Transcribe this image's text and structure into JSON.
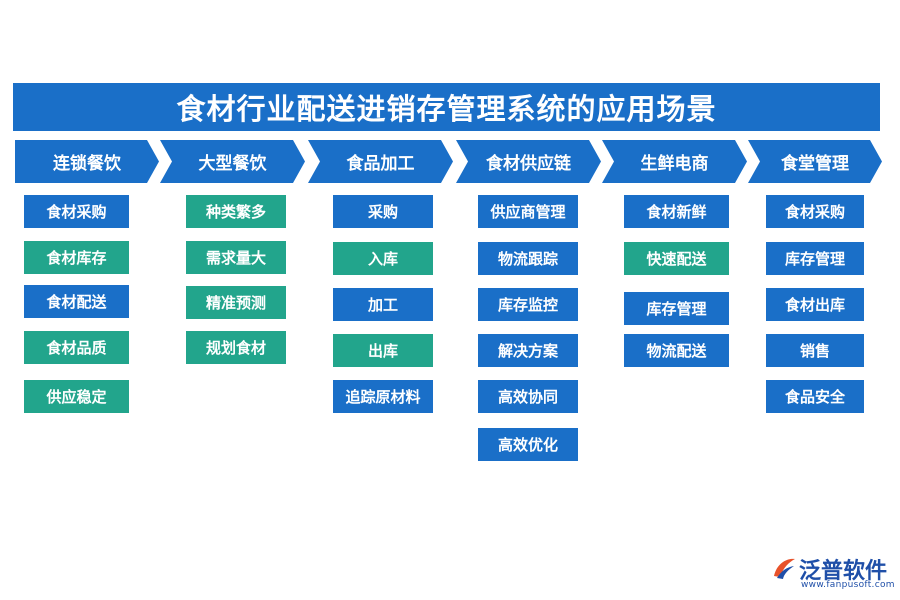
{
  "title": "食材行业配送进销存管理系统的应用场景",
  "colors": {
    "blue": "#1a6fc8",
    "teal": "#22a58c"
  },
  "columns": [
    {
      "header": "连锁餐饮",
      "items": [
        {
          "label": "食材采购",
          "color": "blue"
        },
        {
          "label": "食材库存",
          "color": "teal"
        },
        {
          "label": "食材配送",
          "color": "blue"
        },
        {
          "label": "食材品质",
          "color": "teal"
        },
        {
          "label": "供应稳定",
          "color": "teal"
        }
      ]
    },
    {
      "header": "大型餐饮",
      "items": [
        {
          "label": "种类繁多",
          "color": "teal"
        },
        {
          "label": "需求量大",
          "color": "teal"
        },
        {
          "label": "精准预测",
          "color": "teal"
        },
        {
          "label": "规划食材",
          "color": "teal"
        }
      ]
    },
    {
      "header": "食品加工",
      "items": [
        {
          "label": "采购",
          "color": "blue"
        },
        {
          "label": "入库",
          "color": "teal"
        },
        {
          "label": "加工",
          "color": "blue"
        },
        {
          "label": "出库",
          "color": "teal"
        },
        {
          "label": "追踪原材料",
          "color": "blue"
        }
      ]
    },
    {
      "header": "食材供应链",
      "items": [
        {
          "label": "供应商管理",
          "color": "blue"
        },
        {
          "label": "物流跟踪",
          "color": "blue"
        },
        {
          "label": "库存监控",
          "color": "blue"
        },
        {
          "label": "解决方案",
          "color": "blue"
        },
        {
          "label": "高效协同",
          "color": "blue"
        },
        {
          "label": "高效优化",
          "color": "blue"
        }
      ]
    },
    {
      "header": "生鲜电商",
      "items": [
        {
          "label": "食材新鲜",
          "color": "blue"
        },
        {
          "label": "快速配送",
          "color": "teal"
        },
        {
          "label": "库存管理",
          "color": "blue"
        },
        {
          "label": "物流配送",
          "color": "blue"
        }
      ]
    },
    {
      "header": "食堂管理",
      "items": [
        {
          "label": "食材采购",
          "color": "blue"
        },
        {
          "label": "库存管理",
          "color": "blue"
        },
        {
          "label": "食材出库",
          "color": "blue"
        },
        {
          "label": "销售",
          "color": "blue"
        },
        {
          "label": "食品安全",
          "color": "blue"
        }
      ]
    }
  ],
  "logo": {
    "name": "泛普软件",
    "url": "www.fanpusoft.com",
    "icon": "fanpu-logo-icon"
  }
}
